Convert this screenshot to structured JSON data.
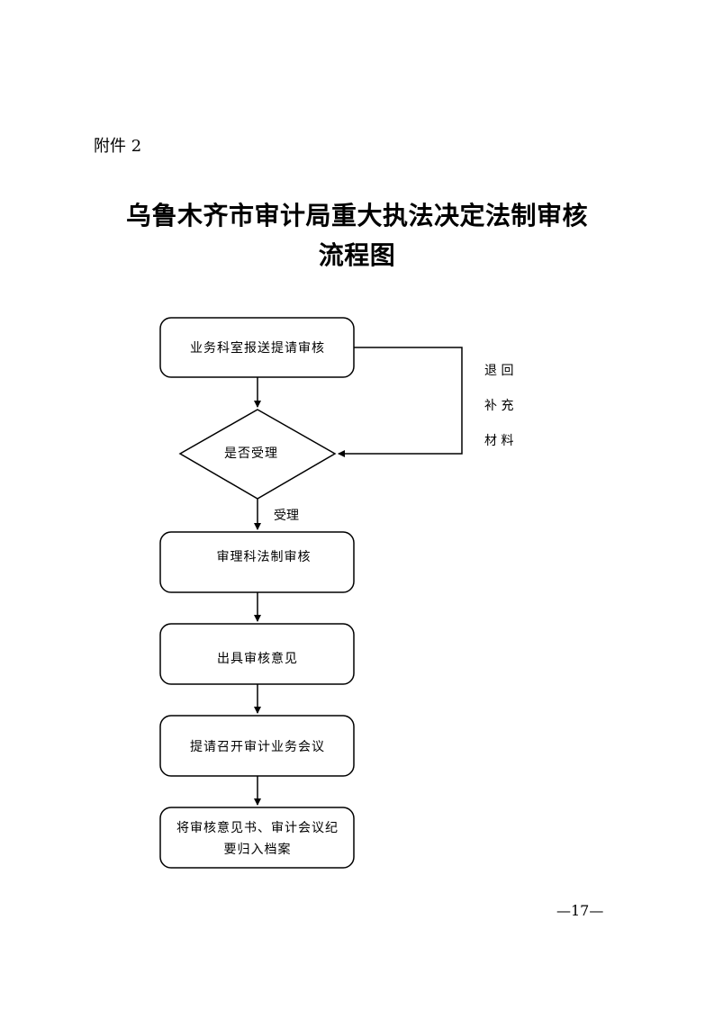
{
  "header": {
    "attachment": "附件 2"
  },
  "title": {
    "line1": "乌鲁木齐市审计局重大执法决定法制审核",
    "line2": "流程图"
  },
  "flow": {
    "step1": "业务科室报送提请审核",
    "decision": "是否受理",
    "accept_label": "受理",
    "return_label": [
      "退 回",
      "补 充",
      "材 料"
    ],
    "step2": "审理科法制审核",
    "step3": "出具审核意见",
    "step4": "提请召开审计业务会议",
    "step5_line1": "将审核意见书、审计会议纪",
    "step5_line2": "要归入档案"
  },
  "footer": {
    "page": "—17—"
  }
}
